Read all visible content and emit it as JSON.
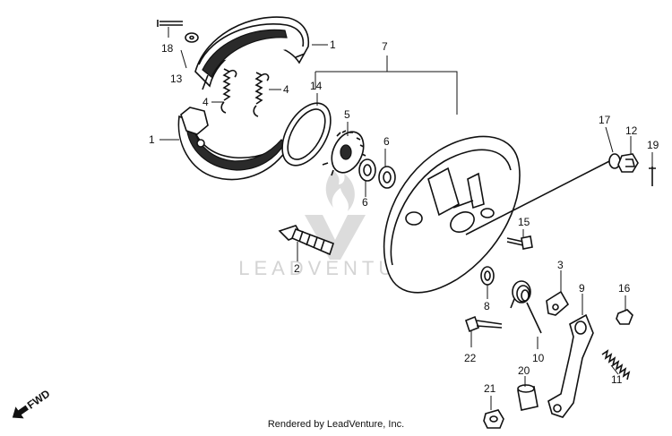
{
  "watermark": {
    "text": "LEADVENTURE"
  },
  "footer": {
    "text": "Rendered by LeadVenture, Inc."
  },
  "direction": {
    "label": "FWD"
  },
  "callouts": {
    "c1a": "1",
    "c1b": "1",
    "c2": "2",
    "c3": "3",
    "c4a": "4",
    "c4b": "4",
    "c5": "5",
    "c6a": "6",
    "c6b": "6",
    "c7": "7",
    "c8": "8",
    "c9": "9",
    "c10": "10",
    "c11": "11",
    "c12": "12",
    "c13": "13",
    "c14": "14",
    "c15": "15",
    "c16": "16",
    "c17": "17",
    "c18": "18",
    "c19": "19",
    "c20": "20",
    "c21": "21",
    "c22": "22"
  }
}
